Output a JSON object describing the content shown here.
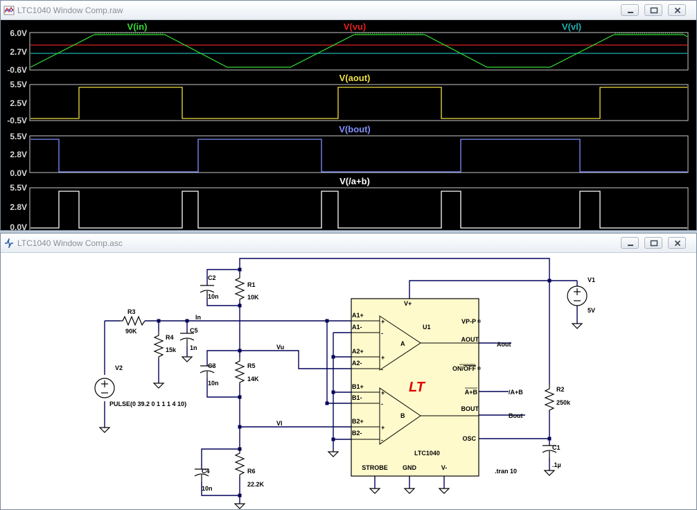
{
  "waveform_window": {
    "title": "LTC1040 Window Comp.raw",
    "panes": [
      {
        "traces": [
          {
            "label": "V(in)",
            "color": "#33dd33"
          },
          {
            "label": "V(vu)",
            "color": "#e02020"
          },
          {
            "label": "V(vl)",
            "color": "#20b0b0"
          }
        ],
        "y_ticks": [
          "6.0V",
          "2.7V",
          "-0.6V"
        ]
      },
      {
        "traces": [
          {
            "label": "V(aout)",
            "color": "#f0e040"
          }
        ],
        "y_ticks": [
          "5.5V",
          "2.5V",
          "-0.5V"
        ]
      },
      {
        "traces": [
          {
            "label": "V(bout)",
            "color": "#8090ff"
          }
        ],
        "y_ticks": [
          "5.5V",
          "2.8V",
          "0.0V"
        ]
      },
      {
        "traces": [
          {
            "label": "V(/a+b)",
            "color": "#ffffff"
          }
        ],
        "y_ticks": [
          "5.5V",
          "2.8V",
          "0.0V"
        ]
      }
    ]
  },
  "schematic_window": {
    "title": "LTC1040 Window Comp.asc",
    "components": {
      "r1": {
        "ref": "R1",
        "value": "10K"
      },
      "r2": {
        "ref": "R2",
        "value": "250k"
      },
      "r3": {
        "ref": "R3",
        "value": "90K"
      },
      "r4": {
        "ref": "R4",
        "value": "15k"
      },
      "r5": {
        "ref": "R5",
        "value": "14K"
      },
      "r6": {
        "ref": "R6",
        "value": "22.2K"
      },
      "c1": {
        "ref": "C1",
        "value": ".1µ"
      },
      "c2": {
        "ref": "C2",
        "value": "10n"
      },
      "c3": {
        "ref": "C3",
        "value": "10n"
      },
      "c4": {
        "ref": "C4",
        "value": "10n"
      },
      "c5": {
        "ref": "C5",
        "value": "1n"
      },
      "v1": {
        "ref": "V1",
        "value": "5V"
      },
      "v2": {
        "ref": "V2",
        "value": "PULSE(0 39.2 0 1 1 1 4 10)"
      }
    },
    "net_labels": {
      "in": "In",
      "vu": "Vu",
      "vl": "Vl",
      "aout": "Aout",
      "bout": "Bout",
      "ab": "/A+B"
    },
    "ic": {
      "ref": "U1",
      "part": "LTC1040",
      "logo": "LT",
      "pins_left": [
        "A1+",
        "A1-",
        "A2+",
        "A2-",
        "B1+",
        "B1-",
        "B2+",
        "B2-"
      ],
      "pin_vplus": "V+",
      "pin_vpp": "VP-P",
      "pin_aout": "AOUT",
      "pin_onoff_prefix": "ON/",
      "pin_onoff_bar": "OFF",
      "pin_ab_bar": "A+B",
      "pin_bout": "BOUT",
      "pin_osc": "OSC",
      "pins_bottom": [
        "STROBE",
        "GND",
        "V-"
      ],
      "comparators": [
        "A",
        "B"
      ]
    },
    "directive": ".tran 10"
  }
}
